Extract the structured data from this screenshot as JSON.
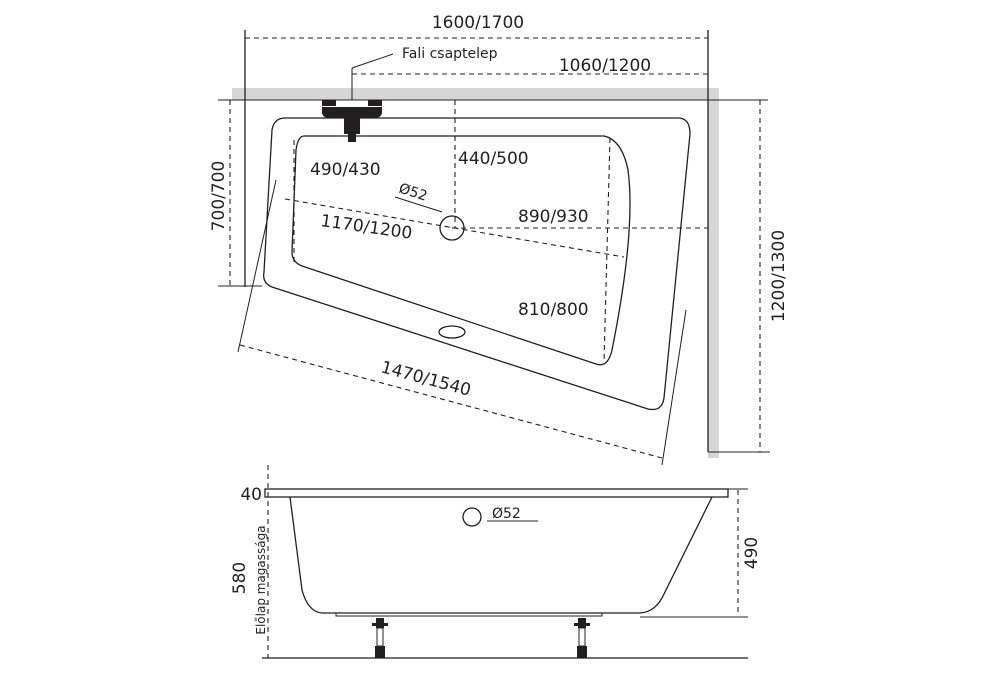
{
  "top_view": {
    "overall_width": "1600/1700",
    "faucet_label": "Fali csaptelep",
    "faucet_offset": "1060/1200",
    "left_depth": "700/700",
    "right_depth": "1200/1300",
    "inner_left": "490/430",
    "drain_position": "440/500",
    "drain_diameter": "Ø52",
    "diagonal_inner": "1170/1200",
    "drain_to_right": "890/930",
    "inner_right": "810/800",
    "front_length": "1470/1540"
  },
  "side_view": {
    "rim_thickness": "40",
    "front_panel_height": "580",
    "front_panel_label": "Előlap magassága",
    "tub_depth": "490",
    "overflow_diameter": "Ø52"
  }
}
